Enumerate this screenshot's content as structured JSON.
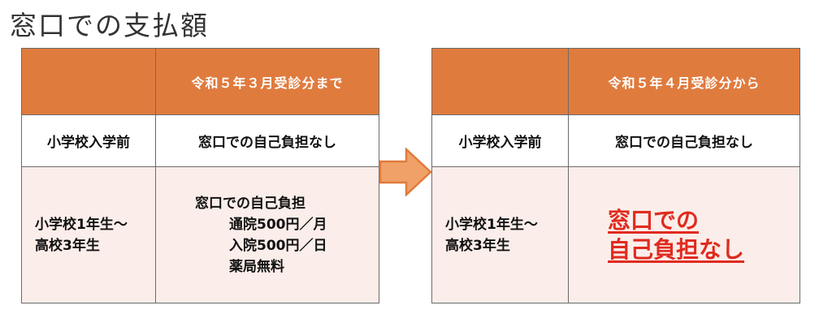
{
  "title": "窓口での支払額",
  "colors": {
    "header_orange": "#e07b3e",
    "row_pink": "#fbeeea",
    "highlight_red": "#e02b1f",
    "arrow_orange": "#f0a167"
  },
  "before_table": {
    "header": "令和５年３月受診分まで",
    "row1_label": "小学校入学前",
    "row1_value": "窓口での自己負担なし",
    "row2_label_line1": "小学校1年生～",
    "row2_label_line2": "高校3年生",
    "row2_detail": [
      "窓口での自己負担",
      "通院500円／月",
      "入院500円／日",
      "薬局無料"
    ]
  },
  "arrow_icon": "right-arrow-icon",
  "after_table": {
    "header": "令和５年４月受診分から",
    "row1_label": "小学校入学前",
    "row1_value": "窓口での自己負担なし",
    "row2_label_line1": "小学校1年生～",
    "row2_label_line2": "高校3年生",
    "row2_highlight_line1": "窓口での",
    "row2_highlight_line2": "自己負担なし"
  }
}
